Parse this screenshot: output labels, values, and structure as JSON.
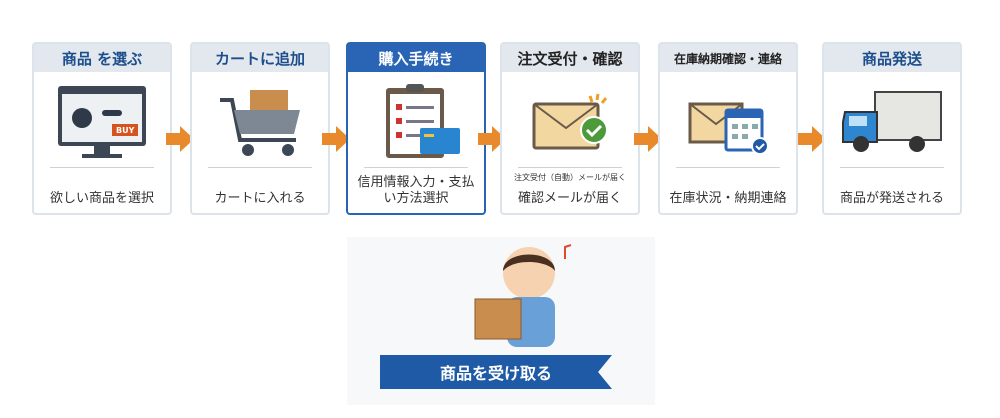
{
  "steps": [
    {
      "title": "商品 を選ぶ",
      "caption": "欲しい商品を選択",
      "icon": "monitor-shop-icon",
      "buy_label": "BUY"
    },
    {
      "title": "カートに追加",
      "caption": "カートに入れる",
      "icon": "shopping-cart-icon"
    },
    {
      "title": "購入手続き",
      "caption": "信用情報入力・支払い方法選択",
      "icon": "clipboard-card-icon"
    },
    {
      "title": "注文受付・確認",
      "subcaption": "注文受付（自動）メールが届く",
      "caption": "確認メールが届く",
      "icon": "mail-check-icon"
    },
    {
      "title": "在庫納期確認・連絡",
      "caption": "在庫状況・納期連絡",
      "icon": "mail-calendar-icon"
    },
    {
      "title": "商品発送",
      "caption": "商品が発送される",
      "icon": "truck-icon"
    }
  ],
  "final": {
    "label": "商品を受け取る",
    "icon": "person-with-box-icon"
  },
  "colors": {
    "accent": "#2a65b5",
    "arrow": "#e8892b",
    "banner": "#1f5aa6"
  }
}
